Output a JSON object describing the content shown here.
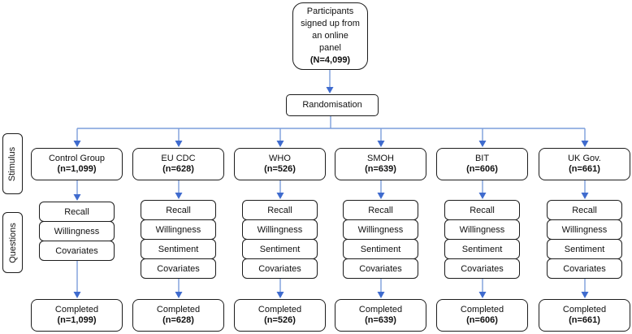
{
  "colors": {
    "box_border": "#1c1c1c",
    "box_fill": "#ffffff",
    "connector_line": "#7c9edc",
    "arrowhead": "#3f6bce",
    "text": "#111111"
  },
  "top_box": {
    "l1": "Participants",
    "l2": "signed up from",
    "l3": "an online",
    "l4": "panel",
    "n": "(N=4,099)"
  },
  "randomisation": {
    "label": "Randomisation"
  },
  "side_labels": {
    "stimulus": "Stimulus",
    "questions": "Questions"
  },
  "columns": [
    {
      "group": "Control Group",
      "n": "(n=1,099)",
      "questions": [
        "Recall",
        "Willingness",
        "Covariates"
      ],
      "completed": "Completed",
      "completed_n": "(n=1,099)"
    },
    {
      "group": "EU CDC",
      "n": "(n=628)",
      "questions": [
        "Recall",
        "Willingness",
        "Sentiment",
        "Covariates"
      ],
      "completed": "Completed",
      "completed_n": "(n=628)"
    },
    {
      "group": "WHO",
      "n": "(n=526)",
      "questions": [
        "Recall",
        "Willingness",
        "Sentiment",
        "Covariates"
      ],
      "completed": "Completed",
      "completed_n": "(n=526)"
    },
    {
      "group": "SMOH",
      "n": "(n=639)",
      "questions": [
        "Recall",
        "Willingness",
        "Sentiment",
        "Covariates"
      ],
      "completed": "Completed",
      "completed_n": "(n=639)"
    },
    {
      "group": "BIT",
      "n": "(n=606)",
      "questions": [
        "Recall",
        "Willingness",
        "Sentiment",
        "Covariates"
      ],
      "completed": "Completed",
      "completed_n": "(n=606)"
    },
    {
      "group": "UK Gov.",
      "n": "(n=661)",
      "questions": [
        "Recall",
        "Willingness",
        "Sentiment",
        "Covariates"
      ],
      "completed": "Completed",
      "completed_n": "(n=661)"
    }
  ]
}
